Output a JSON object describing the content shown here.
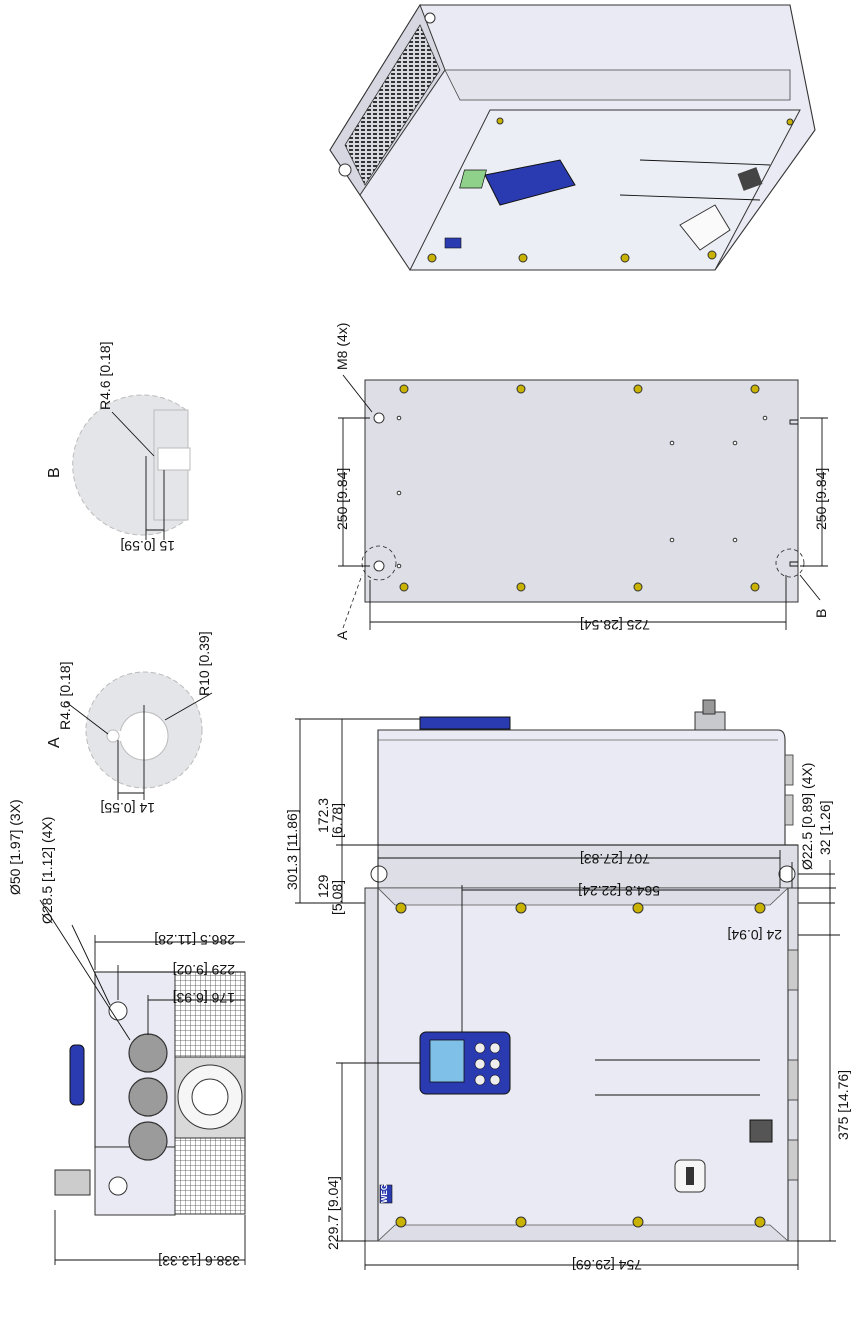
{
  "top_view": {
    "dim_height": "338.6 [13.33]",
    "dim_hole_large": "Ø50 [1.97] (3X)",
    "dim_hole_small": "Ø28.5 [1.12] (4X)",
    "dim_286": "286.5 [11.28]",
    "dim_229": "229 [9.02]",
    "dim_176": "176 [6.93]"
  },
  "front_view": {
    "dim_width": "754 [29.69]",
    "dim_707": "707 [27.83]",
    "dim_564": "564.8 [22.24]",
    "dim_229_7": "229.7 [9.04]",
    "dim_375": "375 [14.76]",
    "brand": "WEG"
  },
  "side_view": {
    "dim_301": "301.3 [11.86]",
    "dim_172": "172.3",
    "dim_172_in": "[6.78]",
    "dim_129": "129",
    "dim_129_in": "[5.08]",
    "dim_22": "Ø22.5 [0.89] (4X)",
    "dim_32": "32 [1.26]",
    "dim_24": "24 [0.94]"
  },
  "back_view": {
    "dim_725": "725 [28.54]",
    "dim_250_left": "250 [9.84]",
    "dim_250_right": "250 [9.84]",
    "label_m8": "M8 (4x)",
    "label_a": "A",
    "label_b": "B"
  },
  "detail_a": {
    "title": "A",
    "radius_small": "R4.6 [0.18]",
    "radius_large": "R10 [0.39]",
    "width": "14 [0.55]"
  },
  "detail_b": {
    "title": "B",
    "radius": "R4.6 [0.18]",
    "width": "15 [0.59]"
  }
}
